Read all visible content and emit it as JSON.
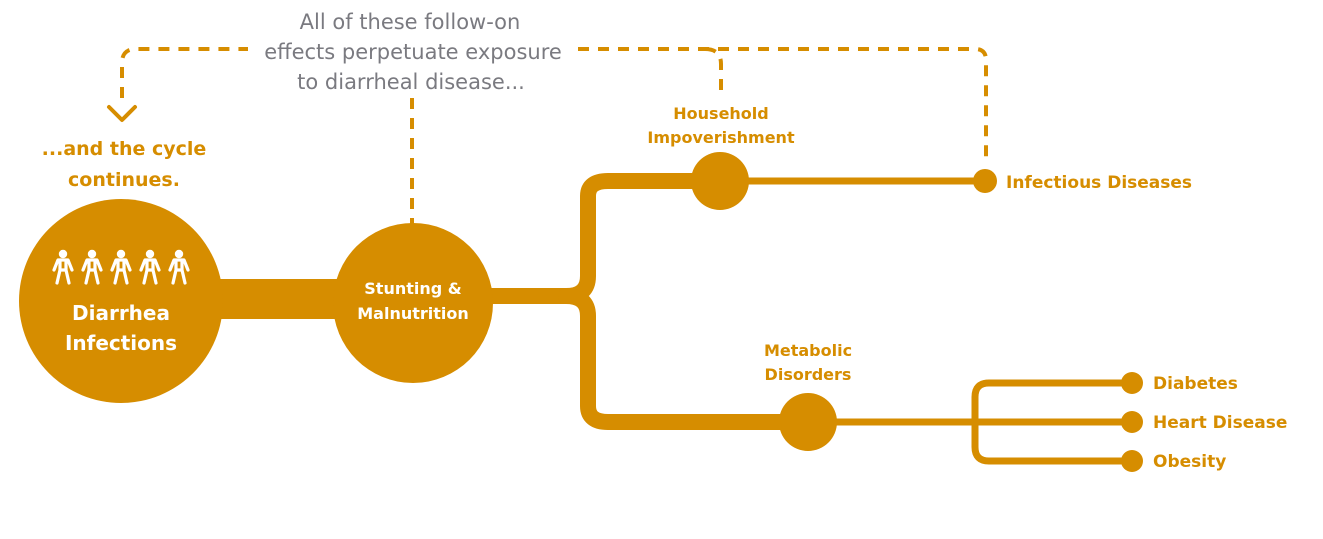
{
  "colors": {
    "accent": "#d68d00",
    "note_text": "#7a7a80",
    "node_text": "#ffffff"
  },
  "note": {
    "lines": [
      "All of these follow-on",
      "effects perpetuate exposure",
      "to diarrheal disease..."
    ]
  },
  "cycle": {
    "lines": [
      "...and the cycle",
      "continues."
    ]
  },
  "main_node": {
    "icon": "people-icon",
    "people_count": 5,
    "lines": [
      "Diarrhea",
      "Infections"
    ]
  },
  "stunting_node": {
    "lines": [
      "Stunting &",
      "Malnutrition"
    ]
  },
  "household": {
    "lines": [
      "Household",
      "Impoverishment"
    ]
  },
  "metabolic": {
    "lines": [
      "Metabolic",
      "Disorders"
    ]
  },
  "outcomes": {
    "infectious": "Infectious Diseases",
    "diabetes": "Diabetes",
    "heart": "Heart Disease",
    "obesity": "Obesity"
  }
}
